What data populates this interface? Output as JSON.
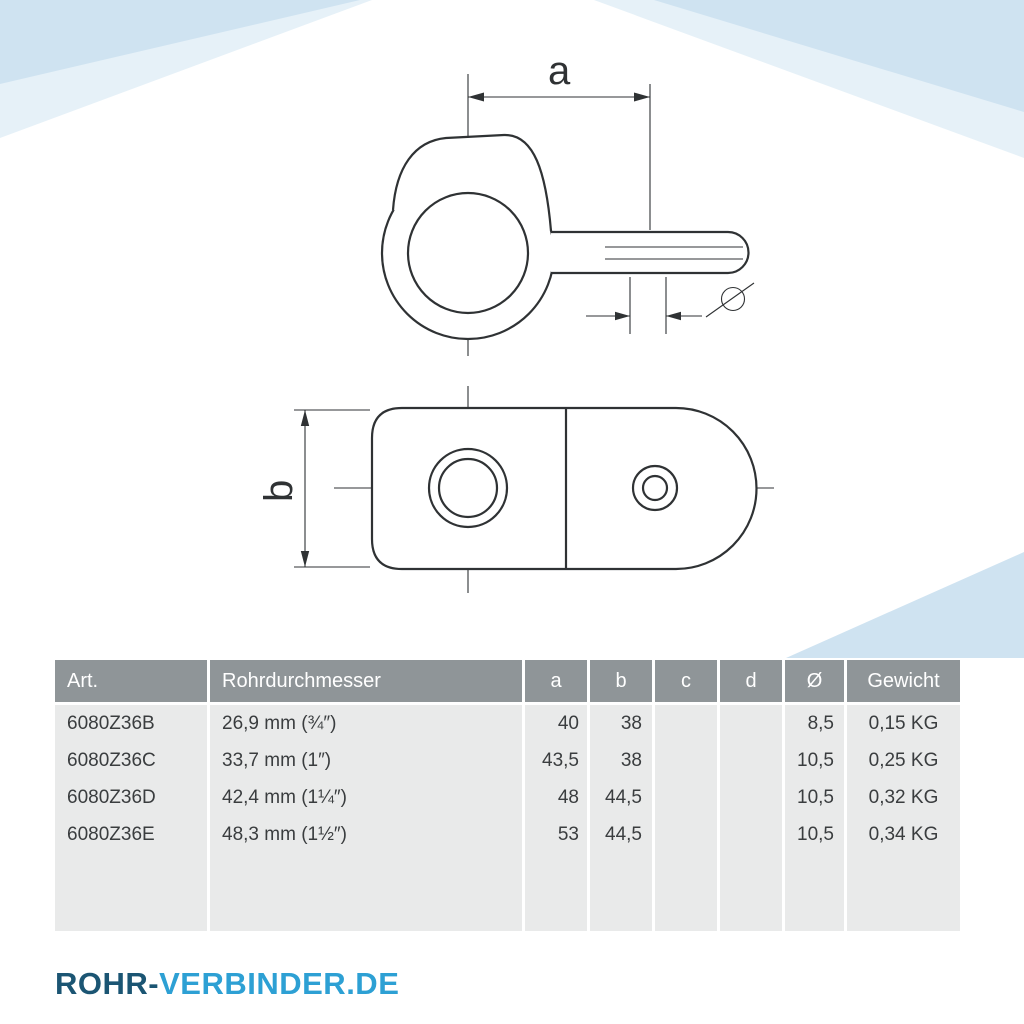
{
  "drawing": {
    "dim_a_label": "a",
    "dim_b_label": "b",
    "diameter_symbol": "Ø"
  },
  "table": {
    "columns": [
      "Art.",
      "Rohrdurchmesser",
      "a",
      "b",
      "c",
      "d",
      "Ø",
      "Gewicht"
    ],
    "rows": [
      {
        "art": "6080Z36B",
        "size": "26,9 mm (¾″)",
        "a": "40",
        "b": "38",
        "c": "",
        "d": "",
        "dia": "8,5",
        "weight": "0,15 KG"
      },
      {
        "art": "6080Z36C",
        "size": "33,7 mm (1″)",
        "a": "43,5",
        "b": "38",
        "c": "",
        "d": "",
        "dia": "10,5",
        "weight": "0,25 KG"
      },
      {
        "art": "6080Z36D",
        "size": "42,4 mm (1¼″)",
        "a": "48",
        "b": "44,5",
        "c": "",
        "d": "",
        "dia": "10,5",
        "weight": "0,32 KG"
      },
      {
        "art": "6080Z36E",
        "size": "48,3 mm (1½″)",
        "a": "53",
        "b": "44,5",
        "c": "",
        "d": "",
        "dia": "10,5",
        "weight": "0,34 KG"
      }
    ]
  },
  "logo": {
    "part1": "ROHR-",
    "part2": "VERBINDER.DE"
  },
  "colors": {
    "accent_wedge": "#cfe3f1",
    "accent_wedge_pale": "#e6f1f8",
    "table_header_bg": "#8f9598",
    "table_row_bg": "#e9eaea",
    "logo_dark": "#1b5573",
    "logo_light": "#2da0d4",
    "line_color": "#2f3234"
  }
}
